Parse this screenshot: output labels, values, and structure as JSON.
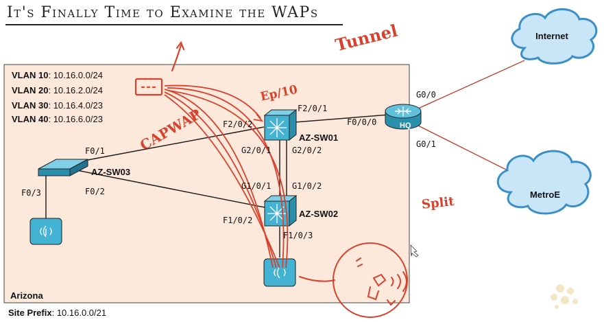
{
  "title": "It's Finally Time to Examine the WAPs",
  "vlans": [
    {
      "name": "VLAN 10",
      "subnet": ": 10.16.0.0/24"
    },
    {
      "name": "VLAN 20",
      "subnet": ": 10.16.2.0/24"
    },
    {
      "name": "VLAN 30",
      "subnet": ": 10.16.4.0/23"
    },
    {
      "name": "VLAN 40",
      "subnet": ": 10.16.6.0/23"
    }
  ],
  "devices": {
    "sw01": "AZ-SW01",
    "sw02": "AZ-SW02",
    "sw03": "AZ-SW03",
    "hq": "HQ"
  },
  "clouds": {
    "internet": "Internet",
    "metroe": "MetroE"
  },
  "ports": {
    "hq_g00": "G0/0",
    "hq_g01": "G0/1",
    "hq_f000": "F0/0/0",
    "sw01_f201": "F2/0/1",
    "sw01_f202": "F2/0/2",
    "sw01_g201": "G2/0/1",
    "sw01_g202": "G2/0/2",
    "sw02_g101": "G1/0/1",
    "sw02_g102": "G1/0/2",
    "sw02_f102": "F1/0/2",
    "sw02_f103": "F1/0/3",
    "sw03_f01": "F0/1",
    "sw03_f02": "F0/2",
    "sw03_f03": "F0/3"
  },
  "site": {
    "name": "Arizona",
    "prefix_label": "Site Prefix",
    "prefix_value": ": 10.16.0.0/21"
  },
  "annotations": {
    "tunnel": "Tunnel",
    "capwap": "CAPWAP",
    "ep10": "Ep/10",
    "split": "Split"
  },
  "colors": {
    "annotation": "#d8412b",
    "site_box": "#fde9dc",
    "device": "#3aa7c9",
    "cloud": "#c9e6f8"
  }
}
